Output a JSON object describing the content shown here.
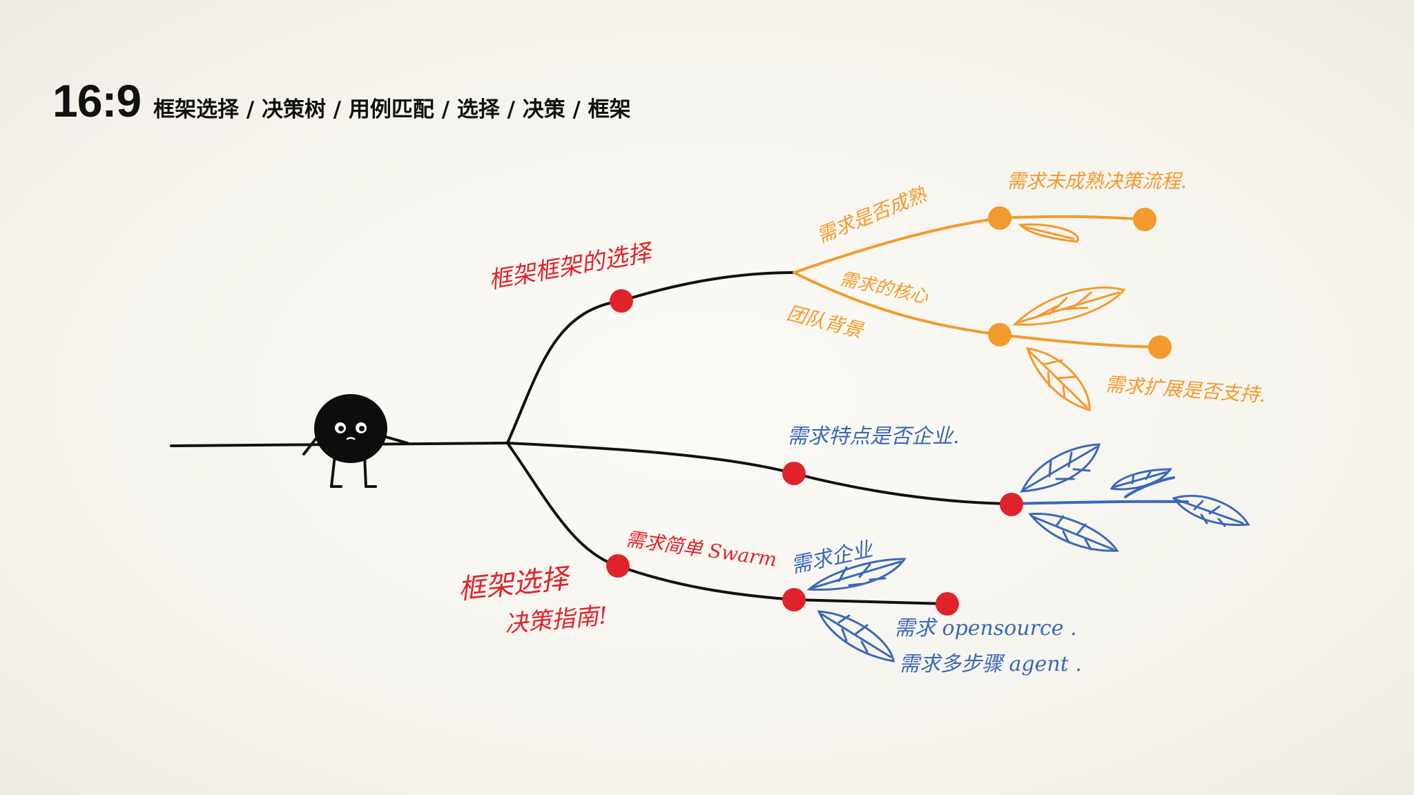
{
  "header": {
    "ratio": "16:9",
    "subtitle": "框架选择 / 决策树 / 用例匹配 / 选择 / 决策 / 框架"
  },
  "colors": {
    "trunk": "#111111",
    "red": "#e0232b",
    "orange": "#f29a2e",
    "blue": "#3a68b8"
  },
  "labels": {
    "red_top": "框架框架的选择",
    "orange_up": "需求是否成熟",
    "orange_far_top": "需求未成熟决策流程.",
    "orange_mid": "需求的核心",
    "orange_left": "团队背景",
    "orange_low_right": "需求扩展是否支持.",
    "blue_mid": "需求特点是否企业.",
    "red_low": "需求简单 Swarm",
    "red_big_line1": "框架选择",
    "red_big_line2": "决策指南!",
    "blue_low": "需求企业",
    "blue_open": "需求 opensource .",
    "blue_agent": "需求多步骤 agent ."
  },
  "icons": {
    "character": "round-black-character-icon"
  }
}
